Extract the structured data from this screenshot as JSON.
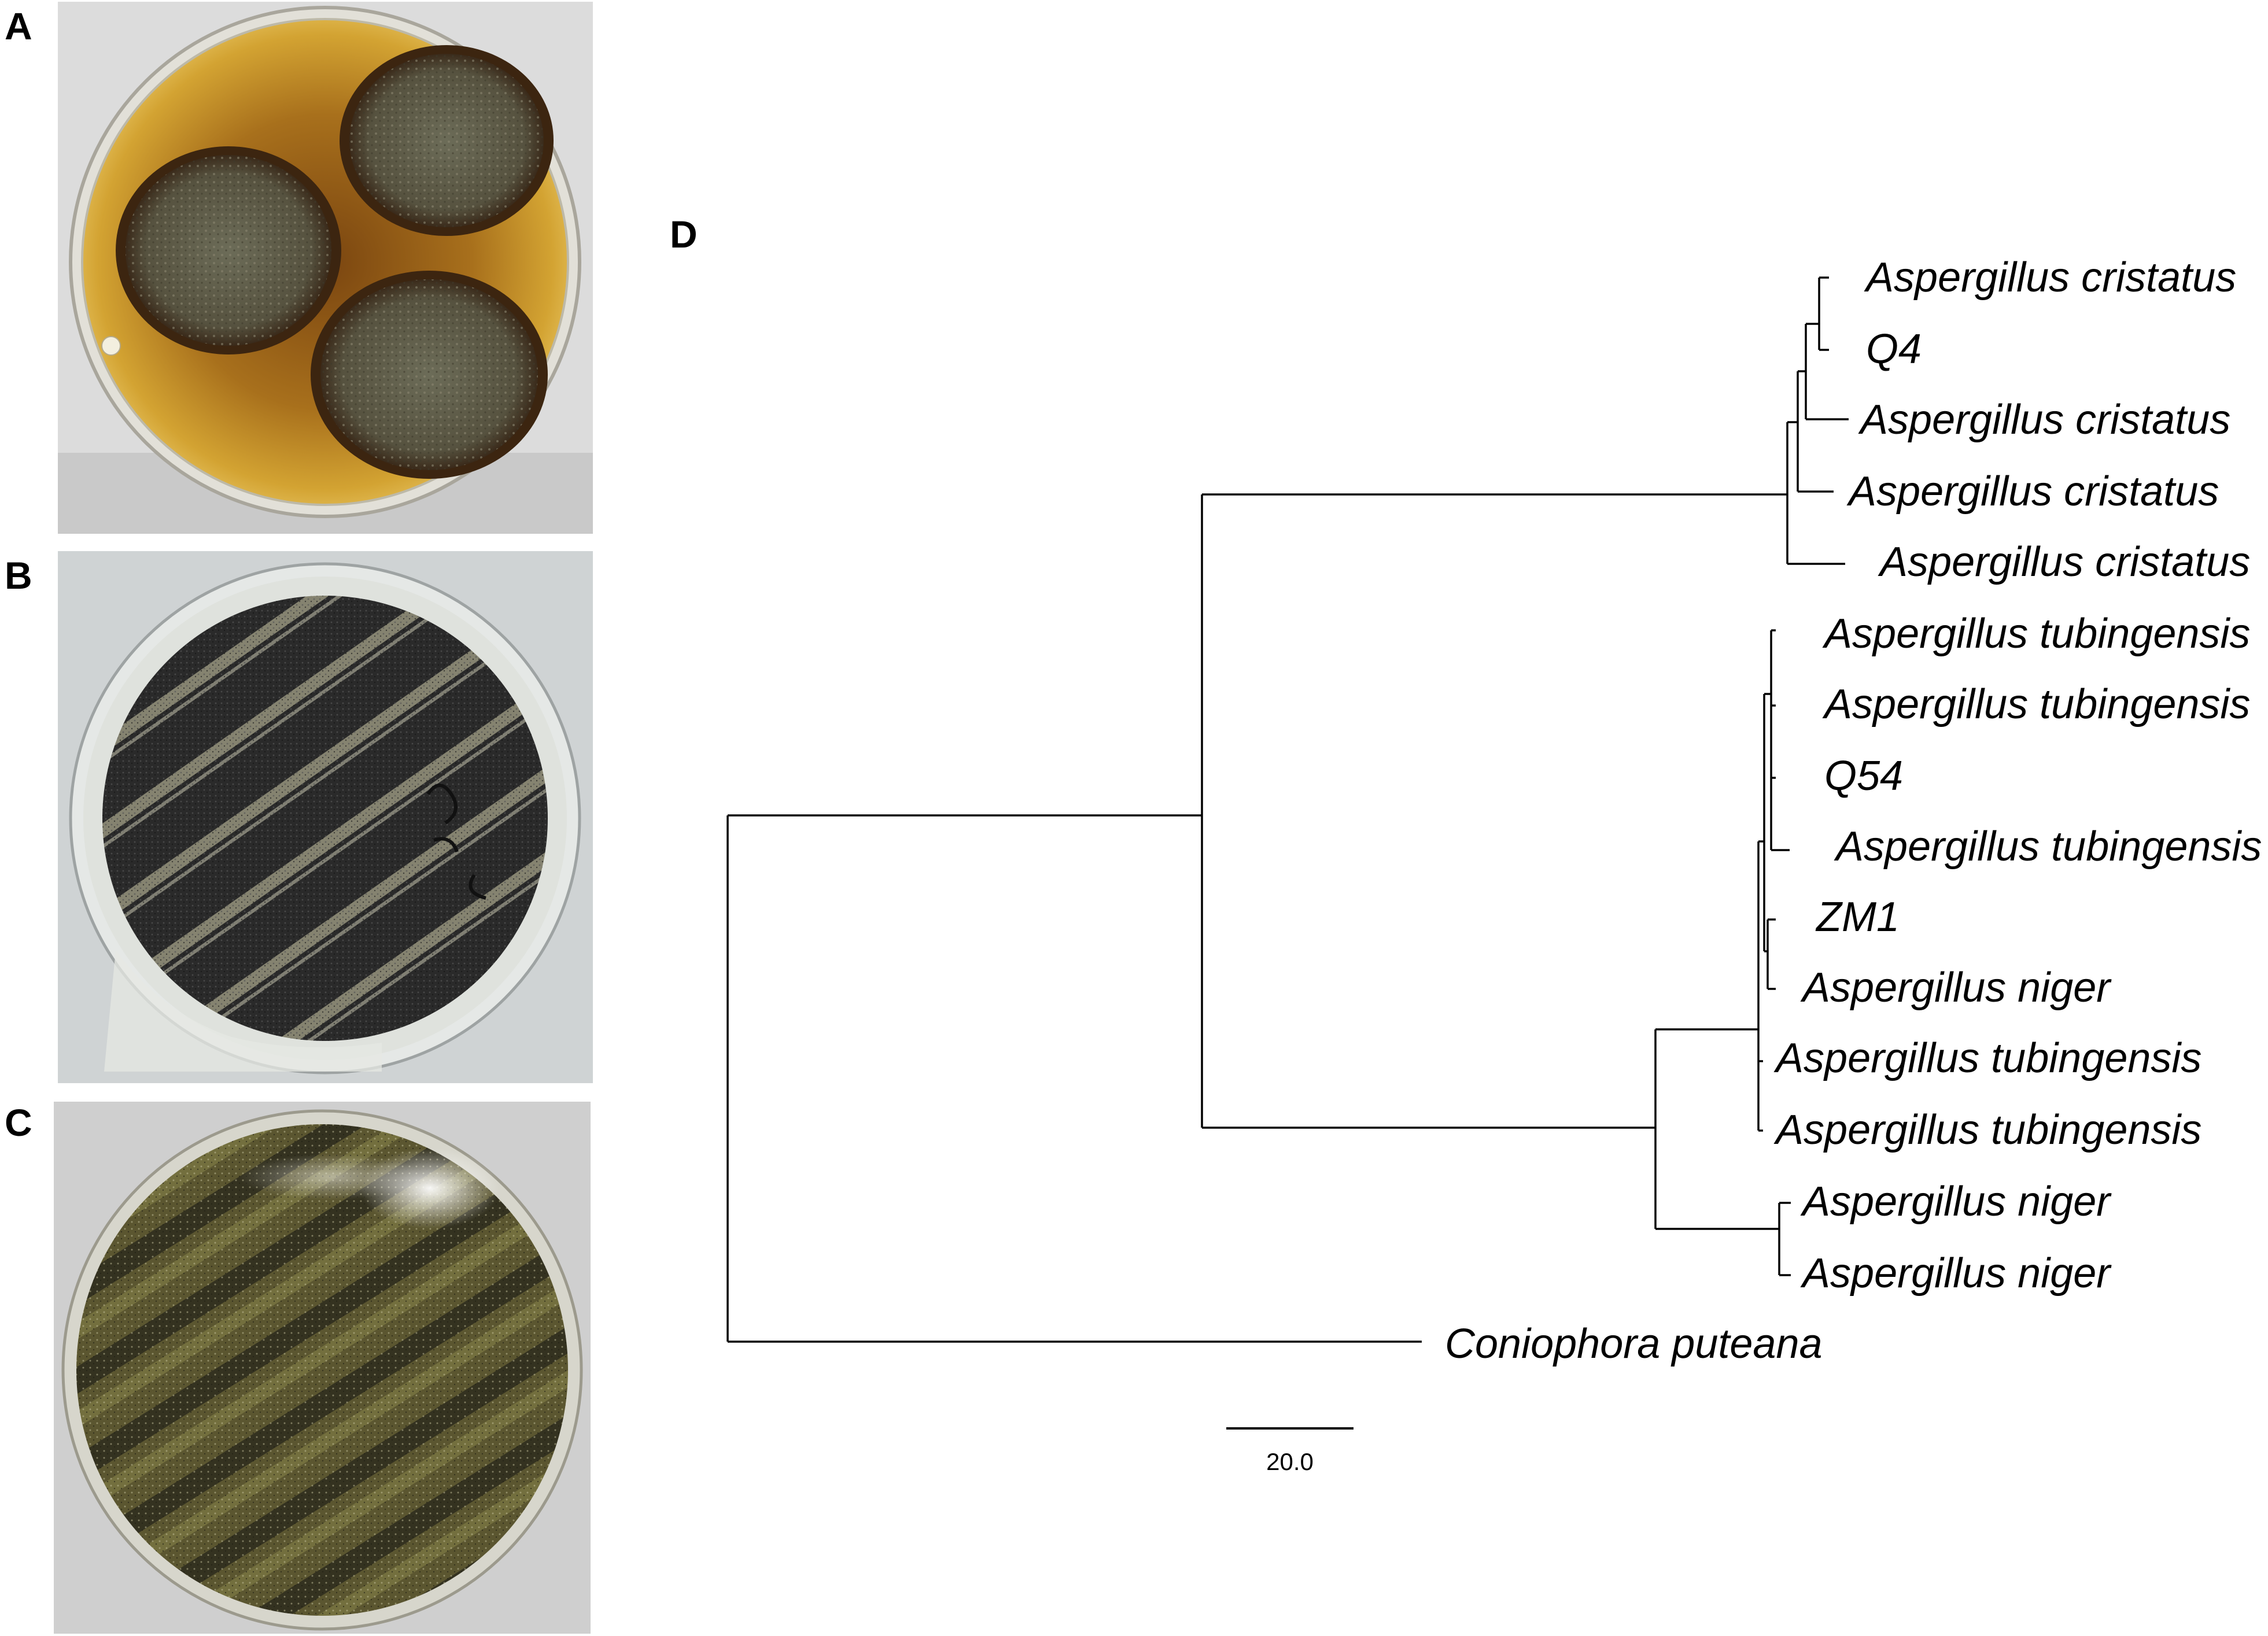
{
  "panels": {
    "a": {
      "letter": "A"
    },
    "b": {
      "letter": "B"
    },
    "c": {
      "letter": "C"
    },
    "d": {
      "letter": "D"
    }
  },
  "tree": {
    "leaves": [
      "Aspergillus cristatus",
      "Q4",
      "Aspergillus cristatus",
      "Aspergillus cristatus",
      "Aspergillus cristatus",
      "Aspergillus tubingensis",
      "Aspergillus tubingensis",
      "Q54",
      "Aspergillus tubingensis",
      "ZM1",
      "Aspergillus niger",
      "Aspergillus tubingensis",
      "Aspergillus tubingensis",
      "Aspergillus niger",
      "Aspergillus niger",
      "Coniophora puteana"
    ],
    "scale_bar": {
      "label": "20.0"
    }
  },
  "colors": {
    "tree_line": "#000000",
    "plate_a_medium": "#b8861f",
    "plate_a_colony": "#5a5a42",
    "plate_b_mycelium": "#2b2b2b",
    "plate_c_mycelium": "#4d4a2a",
    "background": "#ffffff"
  }
}
